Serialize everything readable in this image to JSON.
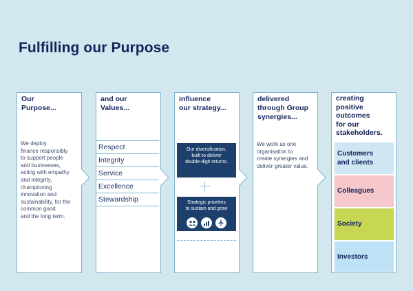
{
  "title": "Fulfilling our Purpose",
  "columns": [
    {
      "heading": [
        "Our",
        "Purpose..."
      ],
      "body": [
        "We deploy",
        "finance responsibly",
        "to support people",
        "and businesses,",
        "acting with empathy",
        "and integrity,",
        "championing",
        "innovation and",
        "sustainability, for the",
        "common good",
        "and the long term."
      ]
    },
    {
      "heading": [
        "and our",
        "Values..."
      ],
      "values": [
        "Respect",
        "Integrity",
        "Service",
        "Excellence",
        "Stewardship"
      ]
    },
    {
      "heading": [
        "influence",
        "our strategy..."
      ],
      "box1": [
        "Our diversification,",
        "built to deliver",
        "double-digit returns."
      ],
      "box2": [
        "Strategic priorities",
        "to sustain and grow"
      ],
      "icons": [
        "customers-icon",
        "chart-icon",
        "turbine-icon"
      ]
    },
    {
      "heading": [
        "delivered",
        "through Group",
        "synergies..."
      ],
      "body": [
        "We work as one",
        "organisation to",
        "create synergies and",
        "deliver greater value."
      ]
    },
    {
      "heading": [
        "creating",
        "positive",
        "outcomes",
        "for our",
        "stakeholders."
      ],
      "stakeholders": [
        {
          "lines": [
            "Customers",
            "and clients"
          ],
          "color": "#cfe7f2"
        },
        {
          "lines": [
            "Colleagues"
          ],
          "color": "#f7c8cb"
        },
        {
          "lines": [
            "Society"
          ],
          "color": "#c7d653"
        },
        {
          "lines": [
            "Investors"
          ],
          "color": "#bfe1f5"
        }
      ]
    }
  ],
  "colors": {
    "background": "#d3e7ee",
    "navy": "#1d3f6c",
    "border": "#7fb3cf",
    "title": "#13245c"
  }
}
